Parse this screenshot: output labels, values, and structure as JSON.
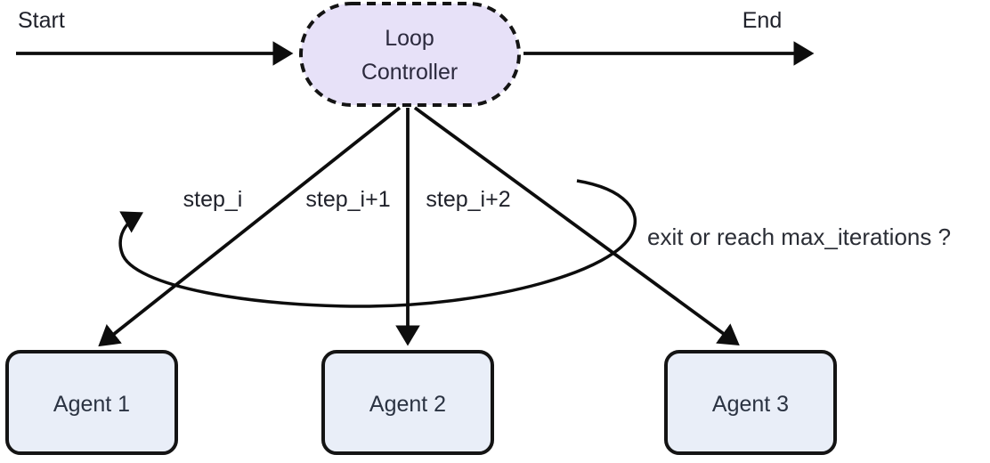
{
  "canvas": {
    "width": "1112",
    "height": "520",
    "background": "#ffffff",
    "line_color": "#0d0d0d"
  },
  "labels": {
    "start": "Start",
    "end": "End",
    "exit_condition": "exit or reach max_iterations ?"
  },
  "loop_controller": {
    "label": "Loop Controller",
    "lines": [
      "Loop",
      "Controller"
    ],
    "fill": "#e7e1f8",
    "border_color": "#141414",
    "border_style": "dashed",
    "text_color": "#2c2a3e"
  },
  "edges": [
    {
      "label": "step_i"
    },
    {
      "label": "step_i+1"
    },
    {
      "label": "step_i+2"
    }
  ],
  "agents": [
    {
      "label": "Agent 1"
    },
    {
      "label": "Agent 2"
    },
    {
      "label": "Agent 3"
    }
  ],
  "agent_style": {
    "fill": "#e9eef8",
    "border_color": "#141414",
    "text_color": "#2b3342"
  }
}
